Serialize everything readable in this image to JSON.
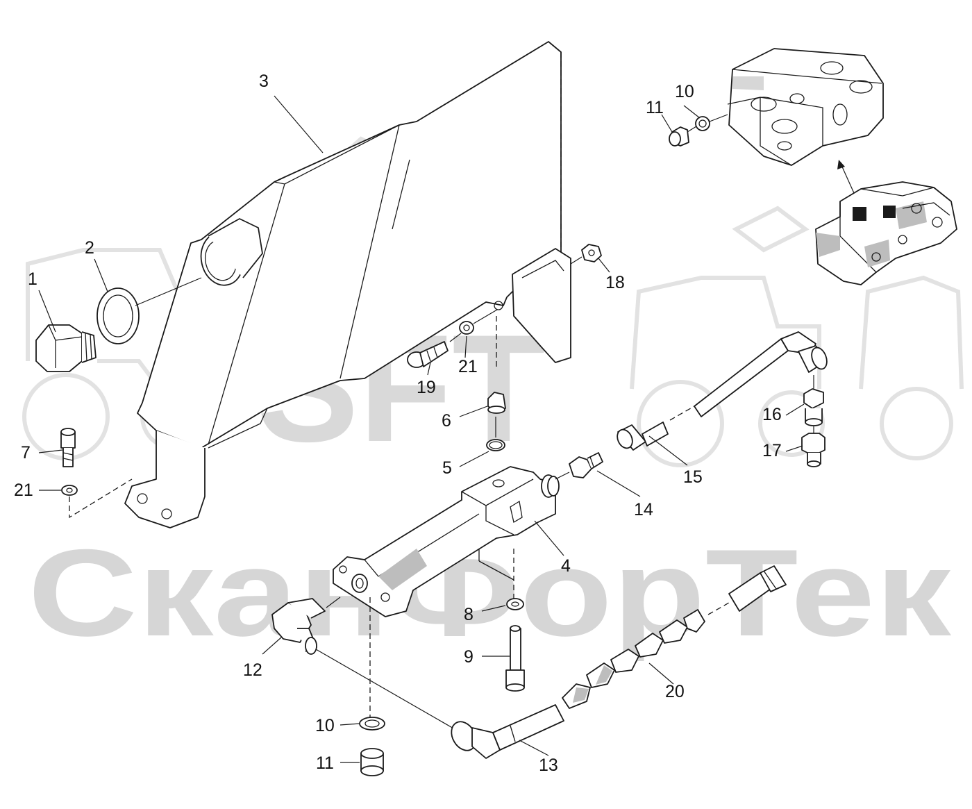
{
  "watermark": {
    "logo_text": "SFT",
    "company_text": "СканФорТек",
    "color": "#d6d6d6"
  },
  "callouts": {
    "c1": "1",
    "c2": "2",
    "c3": "3",
    "c4": "4",
    "c5": "5",
    "c6": "6",
    "c7": "7",
    "c8": "8",
    "c9": "9",
    "c10a": "10",
    "c10b": "10",
    "c11a": "11",
    "c11b": "11",
    "c12": "12",
    "c13": "13",
    "c14": "14",
    "c15": "15",
    "c16": "16",
    "c17": "17",
    "c18": "18",
    "c19": "19",
    "c20": "20",
    "c21a": "21",
    "c21b": "21"
  },
  "colors": {
    "line": "#1a1a1a",
    "shade": "#bdbdbd",
    "background": "#ffffff"
  }
}
